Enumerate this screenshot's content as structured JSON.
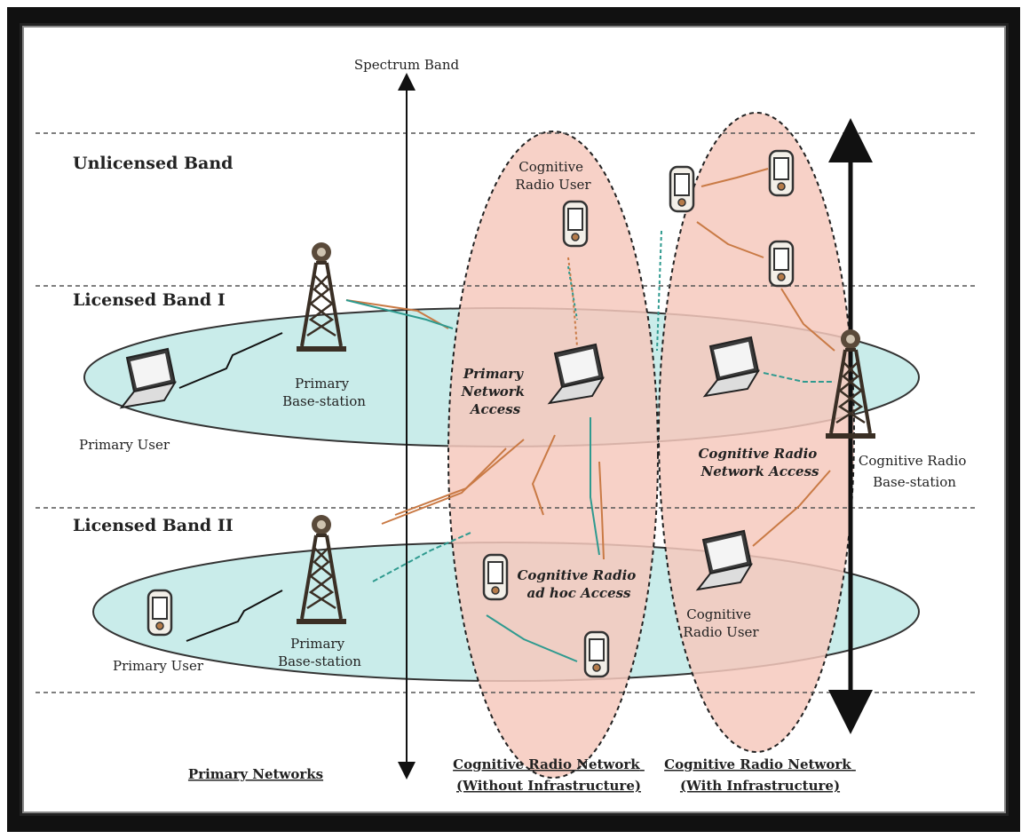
{
  "axis_label": "Spectrum Band",
  "bands": {
    "unlicensed": "Unlicensed Band",
    "licensed_1": "Licensed Band I",
    "licensed_2": "Licensed Band II"
  },
  "nodes": {
    "primary_bs_1": [
      "Primary",
      "Base-station"
    ],
    "primary_user_1": "Primary User",
    "primary_bs_2": [
      "Primary",
      "Base-station"
    ],
    "primary_user_2": "Primary User",
    "cr_user_top": [
      "Cognitive",
      "Radio User"
    ],
    "cr_user_bottom": [
      "Cognitive",
      "Radio User"
    ],
    "cr_base_station": [
      "Cognitive Radio",
      "Base-station"
    ]
  },
  "access_labels": {
    "primary_network_access": [
      "Primary",
      "Network",
      "Access"
    ],
    "cr_network_access": [
      "Cognitive Radio",
      "Network Access"
    ],
    "cr_adhoc_access": [
      "Cognitive Radio",
      "ad hoc Access"
    ]
  },
  "footer": {
    "primary_networks": "Primary Networks",
    "crn_without": [
      "Cognitive Radio Network",
      "(Without Infrastructure)"
    ],
    "crn_with": [
      "Cognitive Radio Network",
      "(With Infrastructure)"
    ]
  },
  "colors": {
    "band_ellipse_fill": "#c9ecea",
    "cr_ellipse_fill": "#f6c9bd",
    "orange_link": "#c97a45",
    "teal_link": "#2f9a8f"
  }
}
